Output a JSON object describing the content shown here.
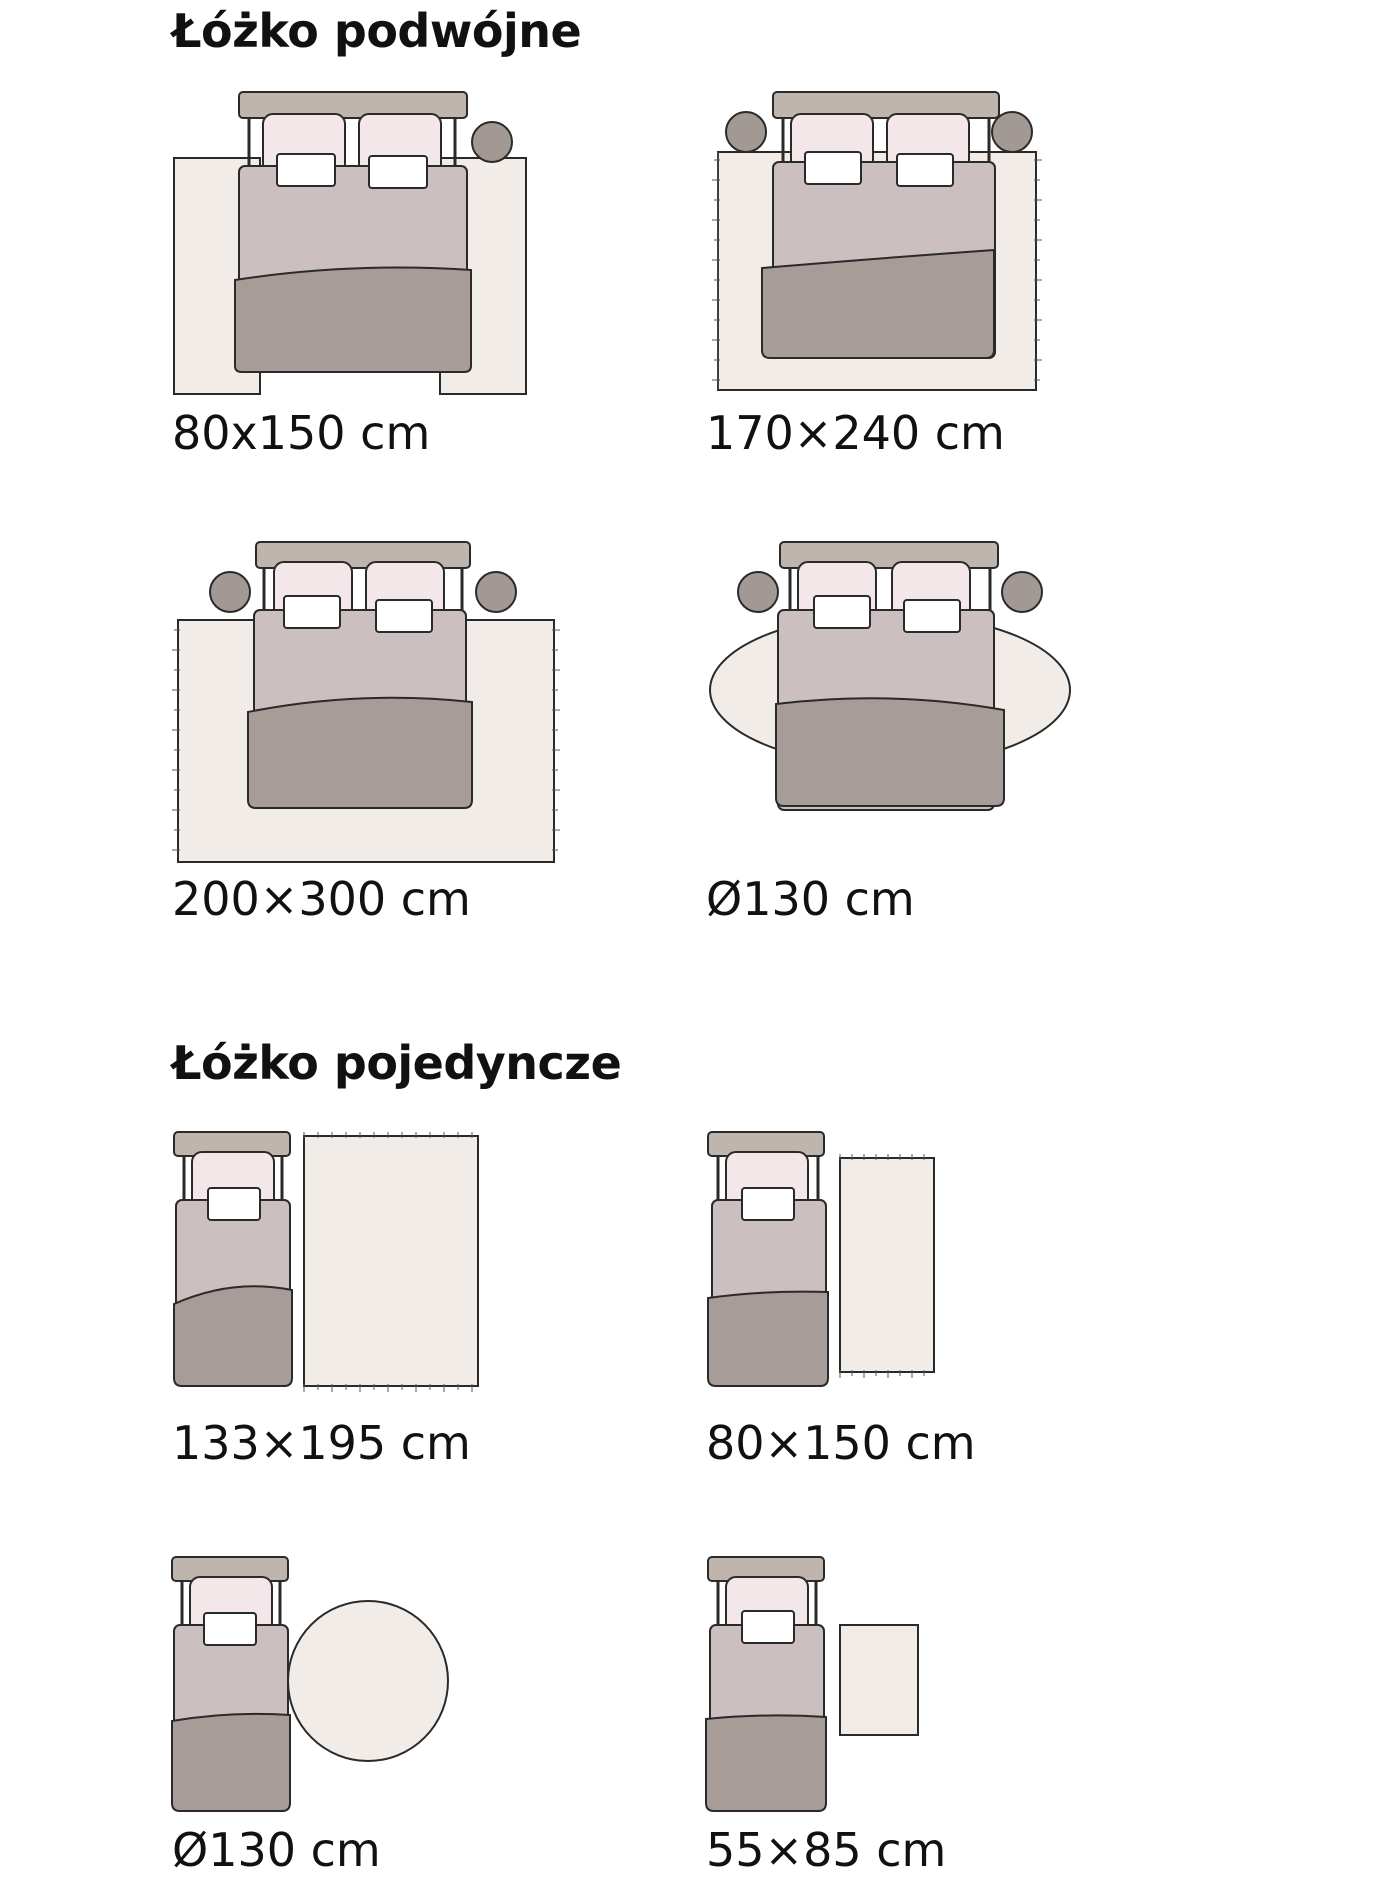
{
  "sections": {
    "double": {
      "title": "Łóżko podwójne",
      "items": [
        {
          "label": "80x150 cm"
        },
        {
          "label": "170×240 cm"
        },
        {
          "label": "200×300 cm"
        },
        {
          "label": "Ø130 cm"
        }
      ]
    },
    "single": {
      "title": "Łóżko pojedyncze",
      "items": [
        {
          "label": "133×195 cm"
        },
        {
          "label": "80×150 cm"
        },
        {
          "label": "Ø130 cm"
        },
        {
          "label": "55×85 cm"
        }
      ]
    }
  },
  "colors": {
    "headboard": "#bfb5ac",
    "pillow": "#f3e7e9",
    "sheet": "#cbbfbf",
    "duvet": "#a89c98",
    "rug": "#f1ece8",
    "nightstand": "#a39994",
    "outline": "#2a2a2a",
    "frame": "#7a7370"
  }
}
